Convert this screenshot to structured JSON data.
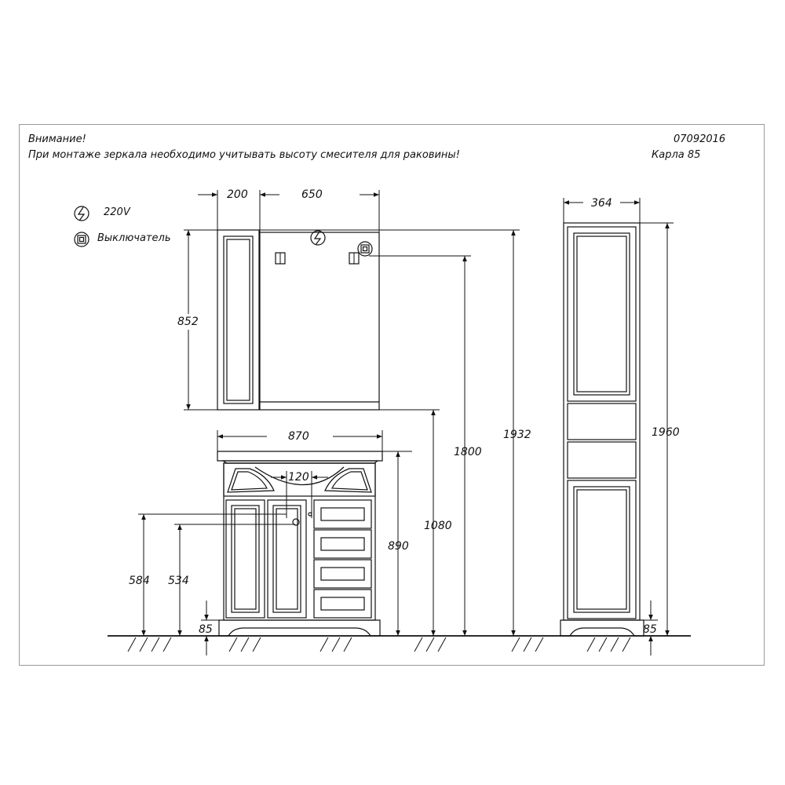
{
  "header": {
    "warning_title": "Внимание!",
    "warning_text": "При монтаже зеркала необходимо учитывать высоту смесителя для раковины!",
    "doc_code": "07092016",
    "model_name": "Карла  85"
  },
  "legend": {
    "power_label": "220V",
    "power_icon": "lightning-socket-icon",
    "switch_label": "Выключатель",
    "switch_icon": "switch-icon"
  },
  "dimensions": {
    "cabinet_width": "200",
    "mirror_width": "650",
    "mirror_height": "852",
    "vanity_width": "870",
    "faucet_spacing": "120",
    "drain_height_1": "584",
    "drain_height_2": "534",
    "plinth_left": "85",
    "vanity_height": "890",
    "mirror_bottom_height": "1080",
    "mirror_fixing_height": "1800",
    "mirror_top_height": "1932",
    "column_width": "364",
    "column_height": "1960",
    "plinth_right": "85"
  }
}
